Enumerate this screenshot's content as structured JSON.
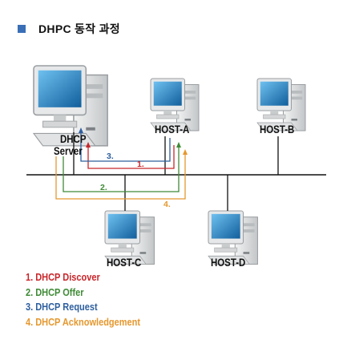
{
  "title": "DHPC 동작 과정",
  "nodes": {
    "server_label_line1": "DHCP",
    "server_label_line2": "Server",
    "host_a": "HOST-A",
    "host_b": "HOST-B",
    "host_c": "HOST-C",
    "host_d": "HOST-D"
  },
  "arrow_numbers": [
    "1.",
    "2.",
    "3.",
    "4."
  ],
  "legend": [
    {
      "text": "1. DHCP Discover",
      "color": "#c8262b"
    },
    {
      "text": "2. DHCP Offer",
      "color": "#3f8a36"
    },
    {
      "text": "3. DHCP Request",
      "color": "#2e5f9e"
    },
    {
      "text": "4. DHCP Acknowledgement",
      "color": "#e5982f"
    }
  ],
  "colors": {
    "title_bullet": "#3a6fb7",
    "monitor_screen": "#1f7fbf",
    "computer_body": "#dcdedf"
  },
  "icons": [
    "desktop-computer-icon"
  ]
}
